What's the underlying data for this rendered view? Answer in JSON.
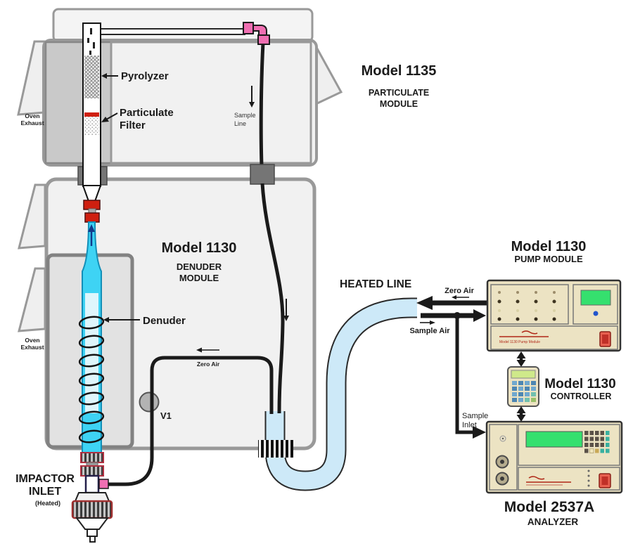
{
  "colors": {
    "module_fill": "#f1f1f1",
    "module_border": "#999999",
    "oven_fill": "#c9c9c9",
    "oven_border": "#828282",
    "cyan": "#3ed3f4",
    "cyan_pale": "#dff6fc",
    "heated_line_fill": "#cde9f8",
    "pink": "#f06fb2",
    "red_fitting": "#cf1f10",
    "beige": "#ece3c3",
    "green_display": "#35e06e",
    "controller_display": "#cfe98a",
    "line_black": "#1a1a1a"
  },
  "particulate_module": {
    "title": "Model 1135",
    "subtitle_line1": "PARTICULATE",
    "subtitle_line2": "MODULE",
    "pyrolyzer_label": "Pyrolyzer",
    "filter_label_line1": "Particulate",
    "filter_label_line2": "Filter",
    "oven_exhaust_line1": "Oven",
    "oven_exhaust_line2": "Exhaust",
    "sample_line_label_line1": "Sample",
    "sample_line_label_line2": "Line"
  },
  "denuder_module": {
    "title": "Model 1130",
    "subtitle_line1": "DENUDER",
    "subtitle_line2": "MODULE",
    "denuder_label": "Denuder",
    "valve_label": "V1",
    "zero_air_label": "Zero Air",
    "oven_exhaust_line1": "Oven",
    "oven_exhaust_line2": "Exhaust",
    "impactor_line1": "IMPACTOR",
    "impactor_line2": "INLET",
    "impactor_line3": "(Heated)"
  },
  "heated_line": {
    "label": "HEATED LINE"
  },
  "pump_module": {
    "title": "Model 1130",
    "subtitle": "PUMP MODULE",
    "brand_text": "Model 1130 Pump Module",
    "zero_air_label": "Zero Air",
    "sample_air_label": "Sample Air"
  },
  "controller": {
    "title": "Model 1130",
    "subtitle": "CONTROLLER"
  },
  "analyzer": {
    "title": "Model 2537A",
    "subtitle": "ANALYZER",
    "sample_inlet_line1": "Sample",
    "sample_inlet_line2": "Inlet"
  }
}
